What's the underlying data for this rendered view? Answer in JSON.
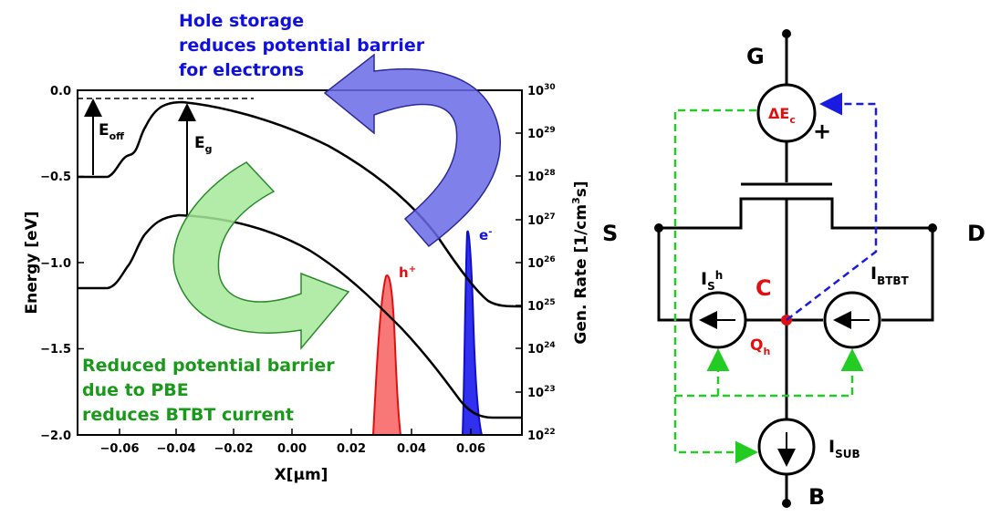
{
  "plot": {
    "ylabel": "Energy [eV]",
    "y2label": "Gen. Rate [1/cm",
    "y2label_sup": "3",
    "y2label_tail": "s]",
    "xlabel": "X[µm]",
    "y_ticks": [
      "0.0",
      "−0.5",
      "−1.0",
      "−1.5",
      "−2.0"
    ],
    "x_ticks": [
      "−0.06",
      "−0.04",
      "−0.02",
      "0.00",
      "0.02",
      "0.04",
      "0.06"
    ],
    "y2_ticks": [
      "30",
      "29",
      "28",
      "27",
      "26",
      "25",
      "24",
      "23",
      "22"
    ],
    "y2_tick_base": "10",
    "e_off": "E",
    "e_off_sub": "off",
    "e_g": "E",
    "e_g_sub": "g",
    "h_plus": "h",
    "h_plus_sup": "+",
    "e_minus": "e",
    "e_minus_sup": "-"
  },
  "annotations": {
    "blue_lines": [
      "Hole storage",
      "reduces potential barrier",
      "for electrons"
    ],
    "green_lines": [
      "Reduced potential barrier",
      "due to PBE",
      "reduces BTBT current"
    ]
  },
  "circuit": {
    "gate": "G",
    "source": "S",
    "drain": "D",
    "body": "B",
    "node": "C",
    "delta": "ΔE",
    "delta_sub": "c",
    "plus": "+",
    "is": "I",
    "is_sub": "S",
    "is_sup": "h",
    "ibtbt": "I",
    "ibtbt_sub": "BTBT",
    "isub": "I",
    "isub_sub": "SUB",
    "qh": "Q",
    "qh_sub": "h"
  },
  "colors": {
    "blue_text": "#1010e0",
    "green_text": "#1a9a1a",
    "red": "#e01010",
    "green_dash": "#22cc22",
    "blue_dash": "#1a1ae0"
  }
}
